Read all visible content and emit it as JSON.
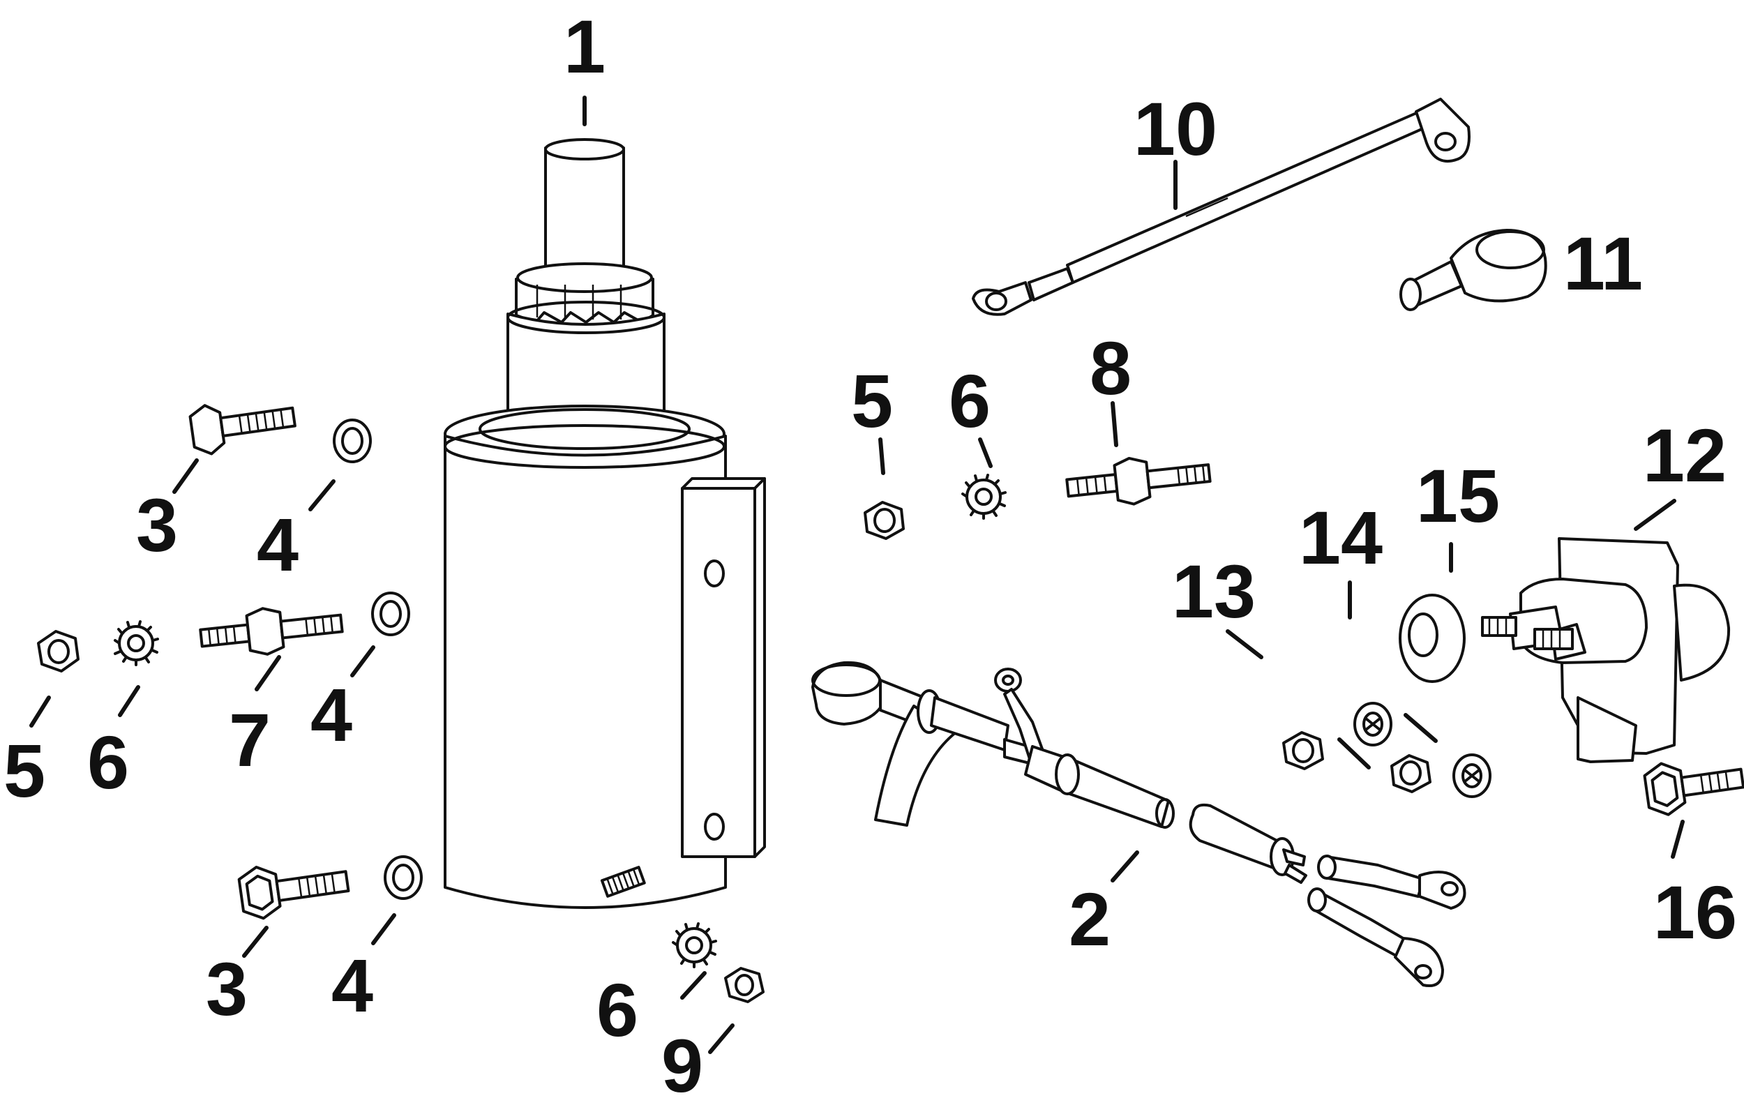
{
  "callouts": [
    {
      "id": "c1",
      "label": "1"
    },
    {
      "id": "c2",
      "label": "2"
    },
    {
      "id": "c3a",
      "label": "3"
    },
    {
      "id": "c3b",
      "label": "3"
    },
    {
      "id": "c4a",
      "label": "4"
    },
    {
      "id": "c4b",
      "label": "4"
    },
    {
      "id": "c4c",
      "label": "4"
    },
    {
      "id": "c5a",
      "label": "5"
    },
    {
      "id": "c5b",
      "label": "5"
    },
    {
      "id": "c6a",
      "label": "6"
    },
    {
      "id": "c6b",
      "label": "6"
    },
    {
      "id": "c6c",
      "label": "6"
    },
    {
      "id": "c7",
      "label": "7"
    },
    {
      "id": "c8",
      "label": "8"
    },
    {
      "id": "c9",
      "label": "9"
    },
    {
      "id": "c10",
      "label": "10"
    },
    {
      "id": "c11",
      "label": "11"
    },
    {
      "id": "c12",
      "label": "12"
    },
    {
      "id": "c13",
      "label": "13"
    },
    {
      "id": "c14",
      "label": "14"
    },
    {
      "id": "c15",
      "label": "15"
    },
    {
      "id": "c16",
      "label": "16"
    }
  ]
}
